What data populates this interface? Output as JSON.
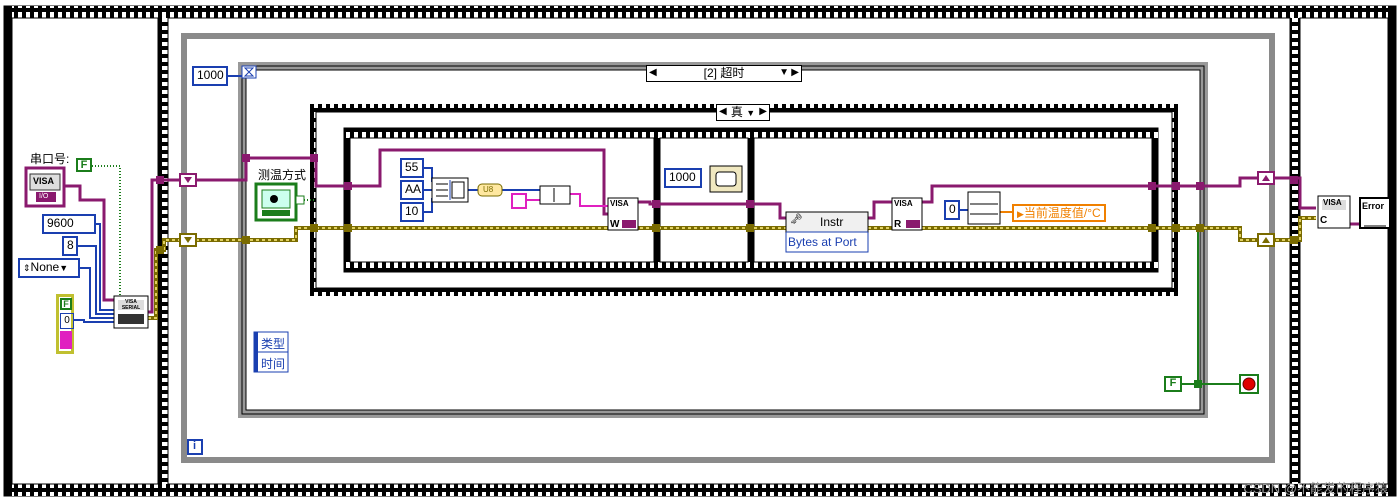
{
  "serial_port_label": "串口号:",
  "visa_resource_text": "VISA",
  "visa_io_text": "I/O",
  "visa_serial_text": "VISA SERIAL",
  "baud_rate": "9600",
  "data_bits": "8",
  "parity": "None",
  "bool_false": "F",
  "cluster_value": "0",
  "timeout_ms": "1000",
  "event_case_label": "[2] 超时",
  "case_selector_label": "真",
  "measure_mode_label": "测温方式",
  "bytes_const": [
    "55",
    "AA",
    "10"
  ],
  "u8_label": "U8",
  "wait_ms": "1000",
  "instr_label": "Instr",
  "bytes_at_port_label": "Bytes at Port",
  "visa_write_letter": "W",
  "visa_read_letter": "R",
  "visa_close_letter": "C",
  "index_zero": "0",
  "temp_indicator_label": "当前温度值/°C",
  "type_label": "类型",
  "time_label": "时间",
  "loop_index_label": "i",
  "error_label": "Error",
  "stop_false": "F",
  "watermark_text": "CSDN @不能发的程序猿"
}
